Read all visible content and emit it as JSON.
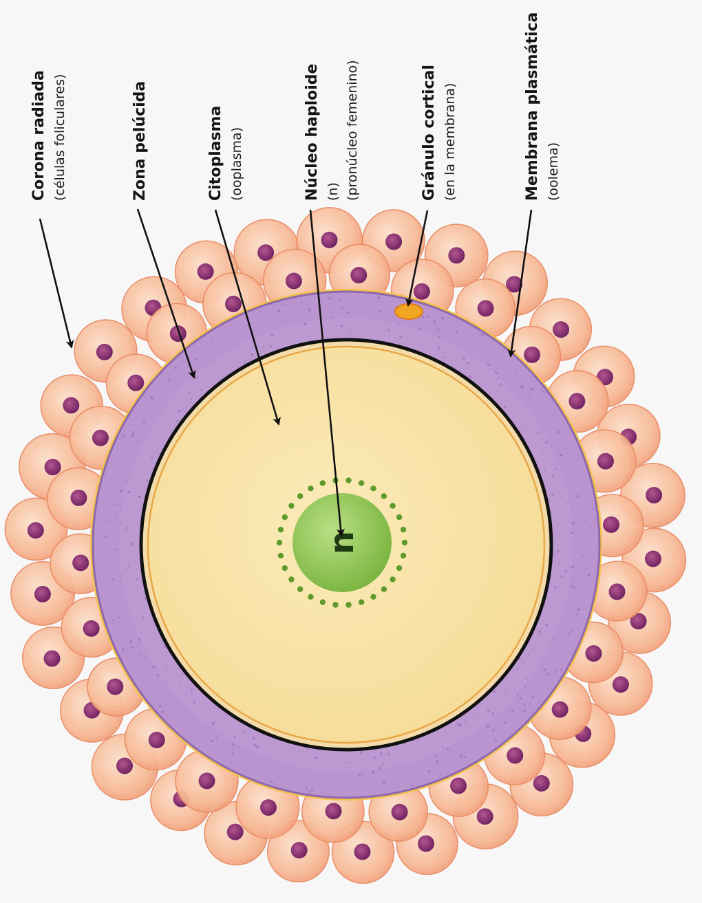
{
  "labels": [
    {
      "id": "corona",
      "title": "Corona radiada",
      "sub": [
        "(células foliculares)"
      ]
    },
    {
      "id": "zona",
      "title": "Zona pelúcida",
      "sub": []
    },
    {
      "id": "citoplasma",
      "title": "Citoplasma",
      "sub": [
        "(ooplasma)"
      ]
    },
    {
      "id": "nucleo",
      "title": "Núcleo haploide",
      "sub": [
        "(n)",
        "(pronúcleo femenino)"
      ]
    },
    {
      "id": "granulo",
      "title": "Gránulo cortical",
      "sub": [
        "(en la membrana)"
      ]
    },
    {
      "id": "membrana",
      "title": "Membrana plasmática",
      "sub": [
        "(oolema)"
      ]
    }
  ],
  "nucleus_symbol": "n",
  "colors": {
    "background": "#f7f7f7",
    "corona_cell": "#f7b48f",
    "corona_cell_edge": "#e98a63",
    "cell_nucleus": "#8a2f73",
    "zona_pellucida": "#b994cf",
    "zona_edge": "#8d68ac",
    "ooplasm": "#f9e4a6",
    "ooplasm_ring": "#e9a646",
    "oolemma": "#111111",
    "nucleus": "#96c75a",
    "nucleus_dots": "#5f9b2c",
    "cortical_granule": "#f2a523"
  }
}
